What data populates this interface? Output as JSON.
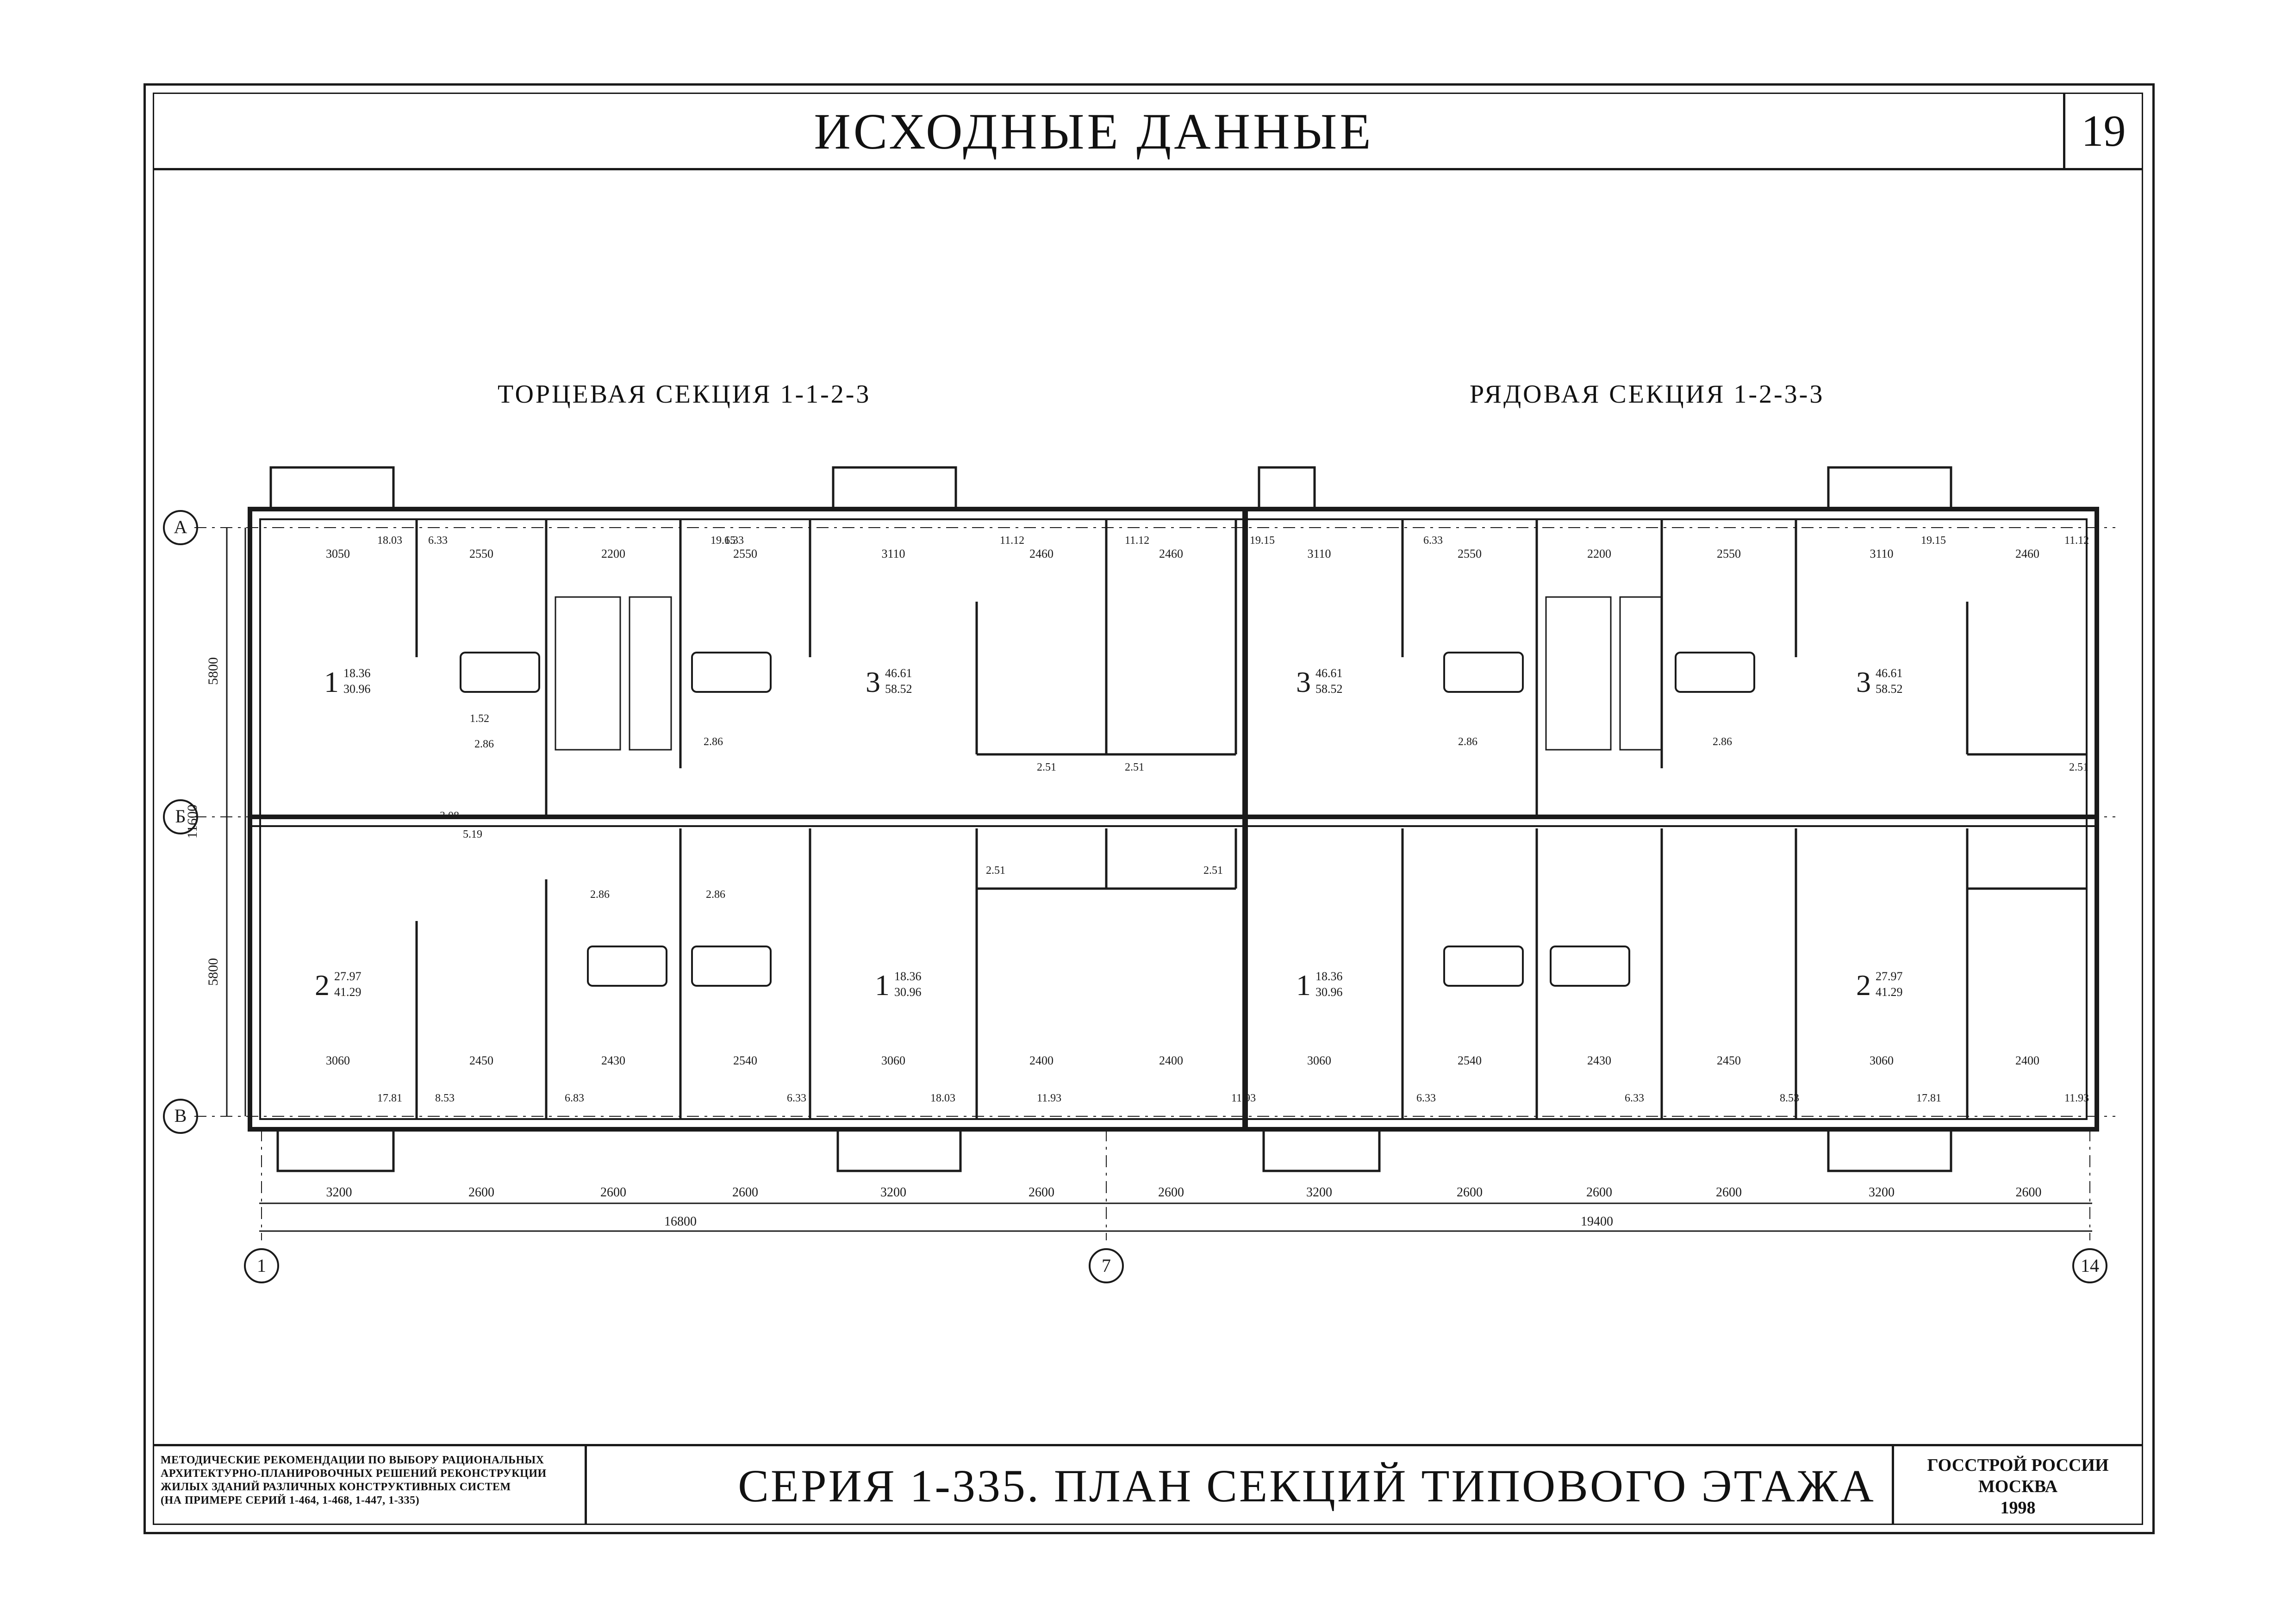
{
  "header": {
    "title": "ИСХОДНЫЕ ДАННЫЕ",
    "page_number": "19"
  },
  "sections": {
    "left_title": "ТОРЦЕВАЯ СЕКЦИЯ 1-1-2-3",
    "right_title": "РЯДОВАЯ СЕКЦИЯ 1-2-3-3"
  },
  "axes": {
    "rows": [
      "А",
      "Б",
      "В"
    ],
    "columns": [
      "1",
      "7",
      "14"
    ],
    "vertical_dims": [
      "5800",
      "11600",
      "5800"
    ]
  },
  "bottom_dims": [
    "3200",
    "2600",
    "2600",
    "2600",
    "3200",
    "2600",
    "2600",
    "3200",
    "2600",
    "2600",
    "2600",
    "3200",
    "2600"
  ],
  "total_dims": [
    "16800",
    "19400"
  ],
  "top_room_dims": [
    "3050",
    "2550",
    "2200",
    "2550",
    "3110",
    "2460",
    "2460",
    "3110",
    "2550",
    "2200",
    "2550",
    "3110",
    "2460"
  ],
  "bottom_room_dims": [
    "3060",
    "2450",
    "2430",
    "2540",
    "3060",
    "2400",
    "2400",
    "3060",
    "2540",
    "2430",
    "2450",
    "3060",
    "2400"
  ],
  "apartments": [
    {
      "rooms": "1",
      "living": "18.36",
      "total": "30.96"
    },
    {
      "rooms": "3",
      "living": "46.61",
      "total": "58.52"
    },
    {
      "rooms": "3",
      "living": "46.61",
      "total": "58.52"
    },
    {
      "rooms": "3",
      "living": "46.61",
      "total": "58.52"
    },
    {
      "rooms": "2",
      "living": "27.97",
      "total": "41.29"
    },
    {
      "rooms": "1",
      "living": "18.36",
      "total": "30.96"
    },
    {
      "rooms": "1",
      "living": "18.36",
      "total": "30.96"
    },
    {
      "rooms": "2",
      "living": "27.97",
      "total": "41.29"
    }
  ],
  "area_labels": [
    "18.03",
    "6.33",
    "19.15",
    "11.12",
    "11.12",
    "19.15",
    "6.33",
    "6.33",
    "19.15",
    "11.12",
    "2.86",
    "2.86",
    "2.86",
    "2.86",
    "2.86",
    "2.86",
    "2.51",
    "2.51",
    "2.51",
    "2.51",
    "2.51",
    "3.08",
    "5.19",
    "17.81",
    "8.53",
    "6.83",
    "6.33",
    "18.03",
    "11.93",
    "11.93",
    "6.33",
    "6.33",
    "8.53",
    "17.81",
    "11.93",
    "1.52"
  ],
  "footer": {
    "left_lines": [
      "МЕТОДИЧЕСКИЕ РЕКОМЕНДАЦИИ ПО ВЫБОРУ РАЦИОНАЛЬНЫХ",
      "АРХИТЕКТУРНО-ПЛАНИРОВОЧНЫХ РЕШЕНИЙ РЕКОНСТРУКЦИИ",
      "ЖИЛЫХ ЗДАНИЙ РАЗЛИЧНЫХ КОНСТРУКТИВНЫХ СИСТЕМ",
      "(НА ПРИМЕРЕ СЕРИЙ 1-464, 1-468, 1-447, 1-335)"
    ],
    "center": "СЕРИЯ 1-335. ПЛАН СЕКЦИЙ ТИПОВОГО ЭТАЖА",
    "right_lines": [
      "ГОССТРОЙ РОССИИ",
      "МОСКВА",
      "1998"
    ]
  }
}
